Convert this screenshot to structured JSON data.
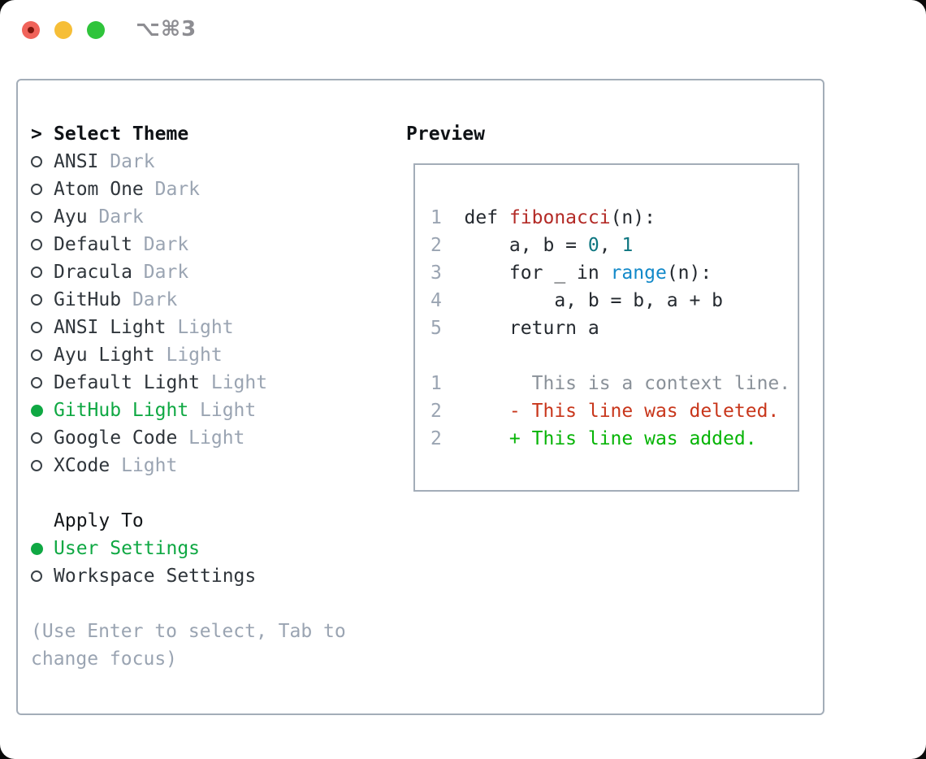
{
  "window": {
    "title": "⌥⌘3"
  },
  "colors": {
    "text": "#24292f",
    "muted": "#9aa4b2",
    "green": "#0fa843",
    "func": "#b32a26",
    "numlit": "#0e7680",
    "builtin": "#1289c9",
    "context": "#8a9199",
    "del": "#c8361b",
    "add": "#06b406"
  },
  "left": {
    "header": {
      "prompt": ">",
      "label": "Select Theme"
    },
    "themes": [
      {
        "name": "ANSI",
        "variant": "Dark",
        "selected": false
      },
      {
        "name": "Atom One",
        "variant": "Dark",
        "selected": false
      },
      {
        "name": "Ayu",
        "variant": "Dark",
        "selected": false
      },
      {
        "name": "Default",
        "variant": "Dark",
        "selected": false
      },
      {
        "name": "Dracula",
        "variant": "Dark",
        "selected": false
      },
      {
        "name": "GitHub",
        "variant": "Dark",
        "selected": false
      },
      {
        "name": "ANSI Light",
        "variant": "Light",
        "selected": false
      },
      {
        "name": "Ayu Light",
        "variant": "Light",
        "selected": false
      },
      {
        "name": "Default Light",
        "variant": "Light",
        "selected": false
      },
      {
        "name": "GitHub Light",
        "variant": "Light",
        "selected": true
      },
      {
        "name": "Google Code",
        "variant": "Light",
        "selected": false
      },
      {
        "name": "XCode",
        "variant": "Light",
        "selected": false
      }
    ],
    "apply": {
      "label": "Apply To",
      "options": [
        {
          "label": "User Settings",
          "selected": true
        },
        {
          "label": "Workspace Settings",
          "selected": false
        }
      ]
    },
    "hint_lines": [
      "(Use Enter to select, Tab to",
      "change focus)"
    ]
  },
  "preview": {
    "label": "Preview",
    "lines": [
      {
        "num": "1",
        "tokens": [
          {
            "t": "def ",
            "c": "code"
          },
          {
            "t": "fibonacci",
            "c": "func"
          },
          {
            "t": "(n):",
            "c": "code"
          }
        ]
      },
      {
        "num": "2",
        "tokens": [
          {
            "t": "    a, b = ",
            "c": "code"
          },
          {
            "t": "0",
            "c": "num"
          },
          {
            "t": ", ",
            "c": "code"
          },
          {
            "t": "1",
            "c": "num"
          }
        ]
      },
      {
        "num": "3",
        "tokens": [
          {
            "t": "    for _ in ",
            "c": "code"
          },
          {
            "t": "range",
            "c": "builtin"
          },
          {
            "t": "(n):",
            "c": "code"
          }
        ]
      },
      {
        "num": "4",
        "tokens": [
          {
            "t": "        a, b = b, a + b",
            "c": "code"
          }
        ]
      },
      {
        "num": "5",
        "tokens": [
          {
            "t": "    return a",
            "c": "code"
          }
        ]
      },
      {
        "num": "",
        "tokens": []
      },
      {
        "num": "1",
        "tokens": [
          {
            "t": "      This is a context line.",
            "c": "context"
          }
        ]
      },
      {
        "num": "2",
        "tokens": [
          {
            "t": "    - This line was deleted.",
            "c": "del"
          }
        ]
      },
      {
        "num": "2",
        "tokens": [
          {
            "t": "    + This line was added.",
            "c": "add"
          }
        ]
      }
    ]
  }
}
